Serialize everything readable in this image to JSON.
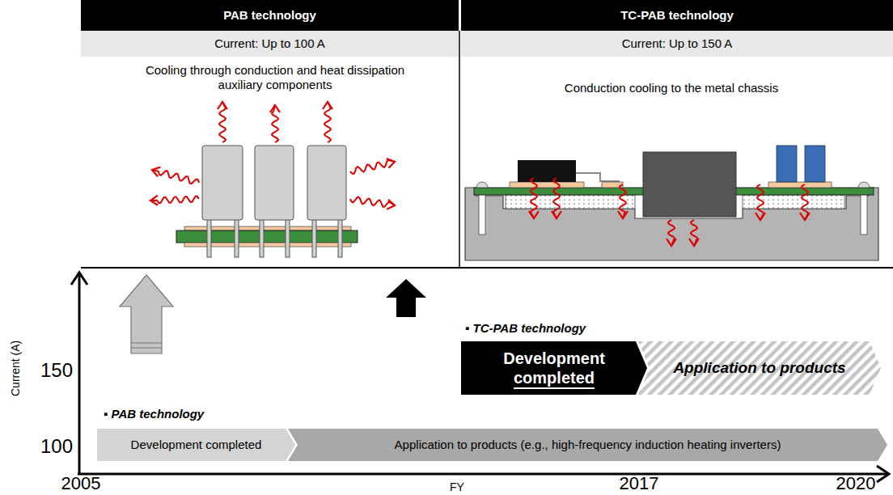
{
  "diagram": {
    "nodes": [
      {
        "text": [
          "PAB technology"
        ]
      },
      {
        "text": [
          "TC-PAB technology"
        ]
      },
      {
        "text": [
          "Current: Up to 100 A"
        ]
      },
      {
        "text": [
          "Current: Up to 150 A"
        ]
      },
      {
        "text": [
          "Development completed"
        ]
      },
      {
        "text": [
          "Application to products"
        ]
      },
      {
        "text": [
          "Development completed"
        ]
      },
      {
        "text": [
          "Application to products (e.g., high-frequency induction heating inverters)"
        ]
      }
    ],
    "labels": [
      "Cooling through conduction and heat dissipation auxiliary components",
      "Conduction cooling to the metal chassis",
      "▪ TC-PAB technology",
      "▪ PAB technology",
      "Current (A)",
      "150",
      "100",
      "2005",
      "FY",
      "2017",
      "2020"
    ]
  }
}
